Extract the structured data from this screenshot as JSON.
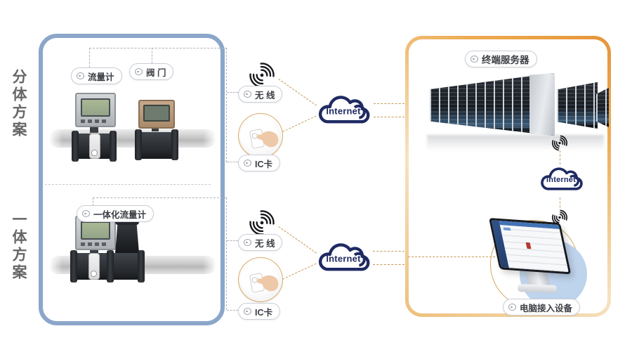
{
  "panels": {
    "left": {
      "split_scheme": "分体方案",
      "integrated_scheme": "一体方案",
      "flow_meter": "流量计",
      "valve": "阀 门",
      "integrated_flow_meter": "一体化流量计"
    },
    "middle": {
      "top": {
        "wireless": "无 线",
        "ic_card": "IC卡",
        "internet": "Internet"
      },
      "bottom": {
        "wireless": "无 线",
        "ic_card": "IC卡",
        "internet": "Internet"
      }
    },
    "right": {
      "terminal_server": "终端服务器",
      "internet": "Internet",
      "computer_access": "电脑接入设备"
    }
  },
  "icons": {
    "wireless_signal": "broadcast-arcs",
    "internet_cloud": "cloud-outline",
    "ic_card_reader": "hand-pressing-card",
    "pill_marker": "small-oval-dot"
  },
  "colors": {
    "left_panel_border": "#8ba6c9",
    "right_panel_border_strong": "#e6953a",
    "right_panel_border_light": "#f6e2c2",
    "cloud_outline": "#1f2a63",
    "connector_gold": "#c69a55",
    "connector_gray": "#aeb3b9",
    "scheme_text": "#666666"
  }
}
